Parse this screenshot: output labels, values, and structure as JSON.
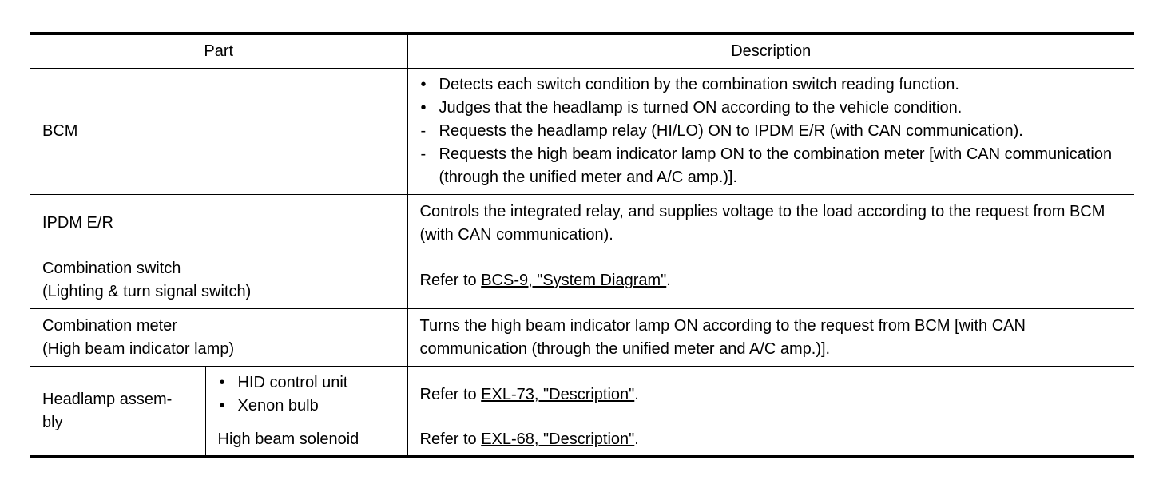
{
  "table": {
    "headers": {
      "part": "Part",
      "description": "Description"
    },
    "rows": {
      "bcm": {
        "part": "BCM",
        "items": [
          {
            "marker": "•",
            "text": "Detects each switch condition by the combination switch reading function."
          },
          {
            "marker": "•",
            "text": "Judges that the headlamp is turned ON according to the vehicle condition."
          },
          {
            "marker": "-",
            "text": "Requests the headlamp relay (HI/LO) ON to IPDM E/R (with CAN communication)."
          },
          {
            "marker": "-",
            "text": "Requests the high beam indicator lamp ON to the combination meter [with CAN communication (through the unified meter and A/C amp.)]."
          }
        ]
      },
      "ipdm": {
        "part": "IPDM E/R",
        "description": "Controls the integrated relay, and supplies voltage to the load according to the request from BCM (with CAN communication)."
      },
      "combination_switch": {
        "part_line1": "Combination switch",
        "part_line2": "(Lighting & turn signal switch)",
        "refer_prefix": "Refer to ",
        "link": "BCS-9, \"System Diagram\"",
        "suffix": "."
      },
      "combination_meter": {
        "part_line1": "Combination meter",
        "part_line2": "(High beam indicator lamp)",
        "description": "Turns the high beam indicator lamp ON according to the request from BCM [with CAN communication (through the unified meter and A/C amp.)]."
      },
      "headlamp": {
        "part_line1": "Headlamp assem-",
        "part_line2": "bly",
        "hid": {
          "items": [
            {
              "marker": "•",
              "text": "HID control unit"
            },
            {
              "marker": "•",
              "text": "Xenon bulb"
            }
          ],
          "refer_prefix": "Refer to ",
          "link": "EXL-73, \"Description\"",
          "suffix": "."
        },
        "solenoid": {
          "part": "High beam solenoid",
          "refer_prefix": "Refer to ",
          "link": "EXL-68, \"Description\"",
          "suffix": "."
        }
      }
    }
  }
}
